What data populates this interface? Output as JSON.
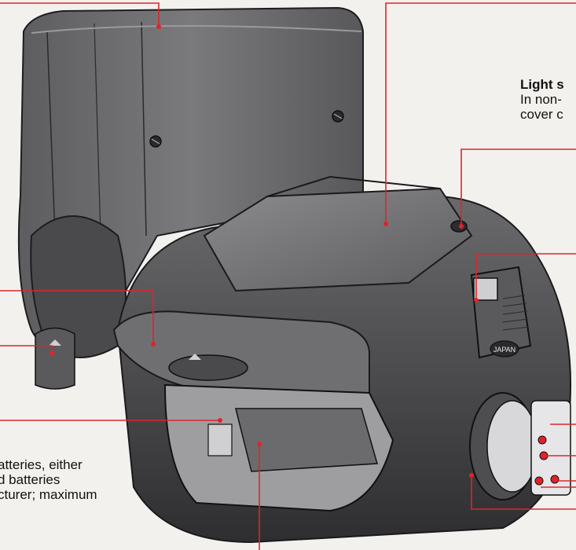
{
  "captions": {
    "light_sensor": {
      "title": "Light s",
      "line1": "In non-",
      "line2": "cover c"
    },
    "battery": {
      "line1": "atteries, either",
      "line2": "d batteries",
      "line3": "cturer; maximum"
    }
  },
  "labels": {
    "japan_mark": "JAPAN"
  },
  "colors": {
    "leader": "#e0232b",
    "body": "#3a3a3c",
    "body_light": "#6b6b6e",
    "background": "#f3f1ee"
  },
  "icons": [
    "arrow-up-icon",
    "screw-icon"
  ]
}
